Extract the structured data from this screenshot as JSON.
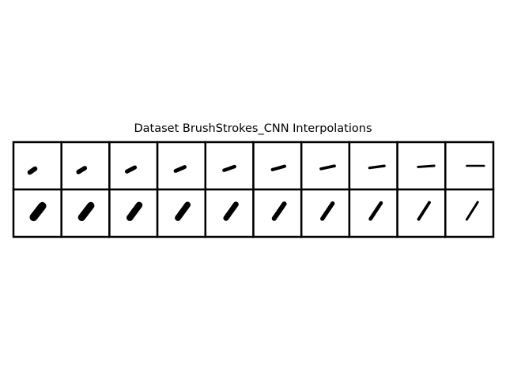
{
  "title": "Dataset BrushStrokes_CNN Interpolations",
  "grid": {
    "rows": 2,
    "columns": 10,
    "colors": {
      "background": "#ffffff",
      "border": "#000000",
      "stroke": "#000000"
    }
  }
}
